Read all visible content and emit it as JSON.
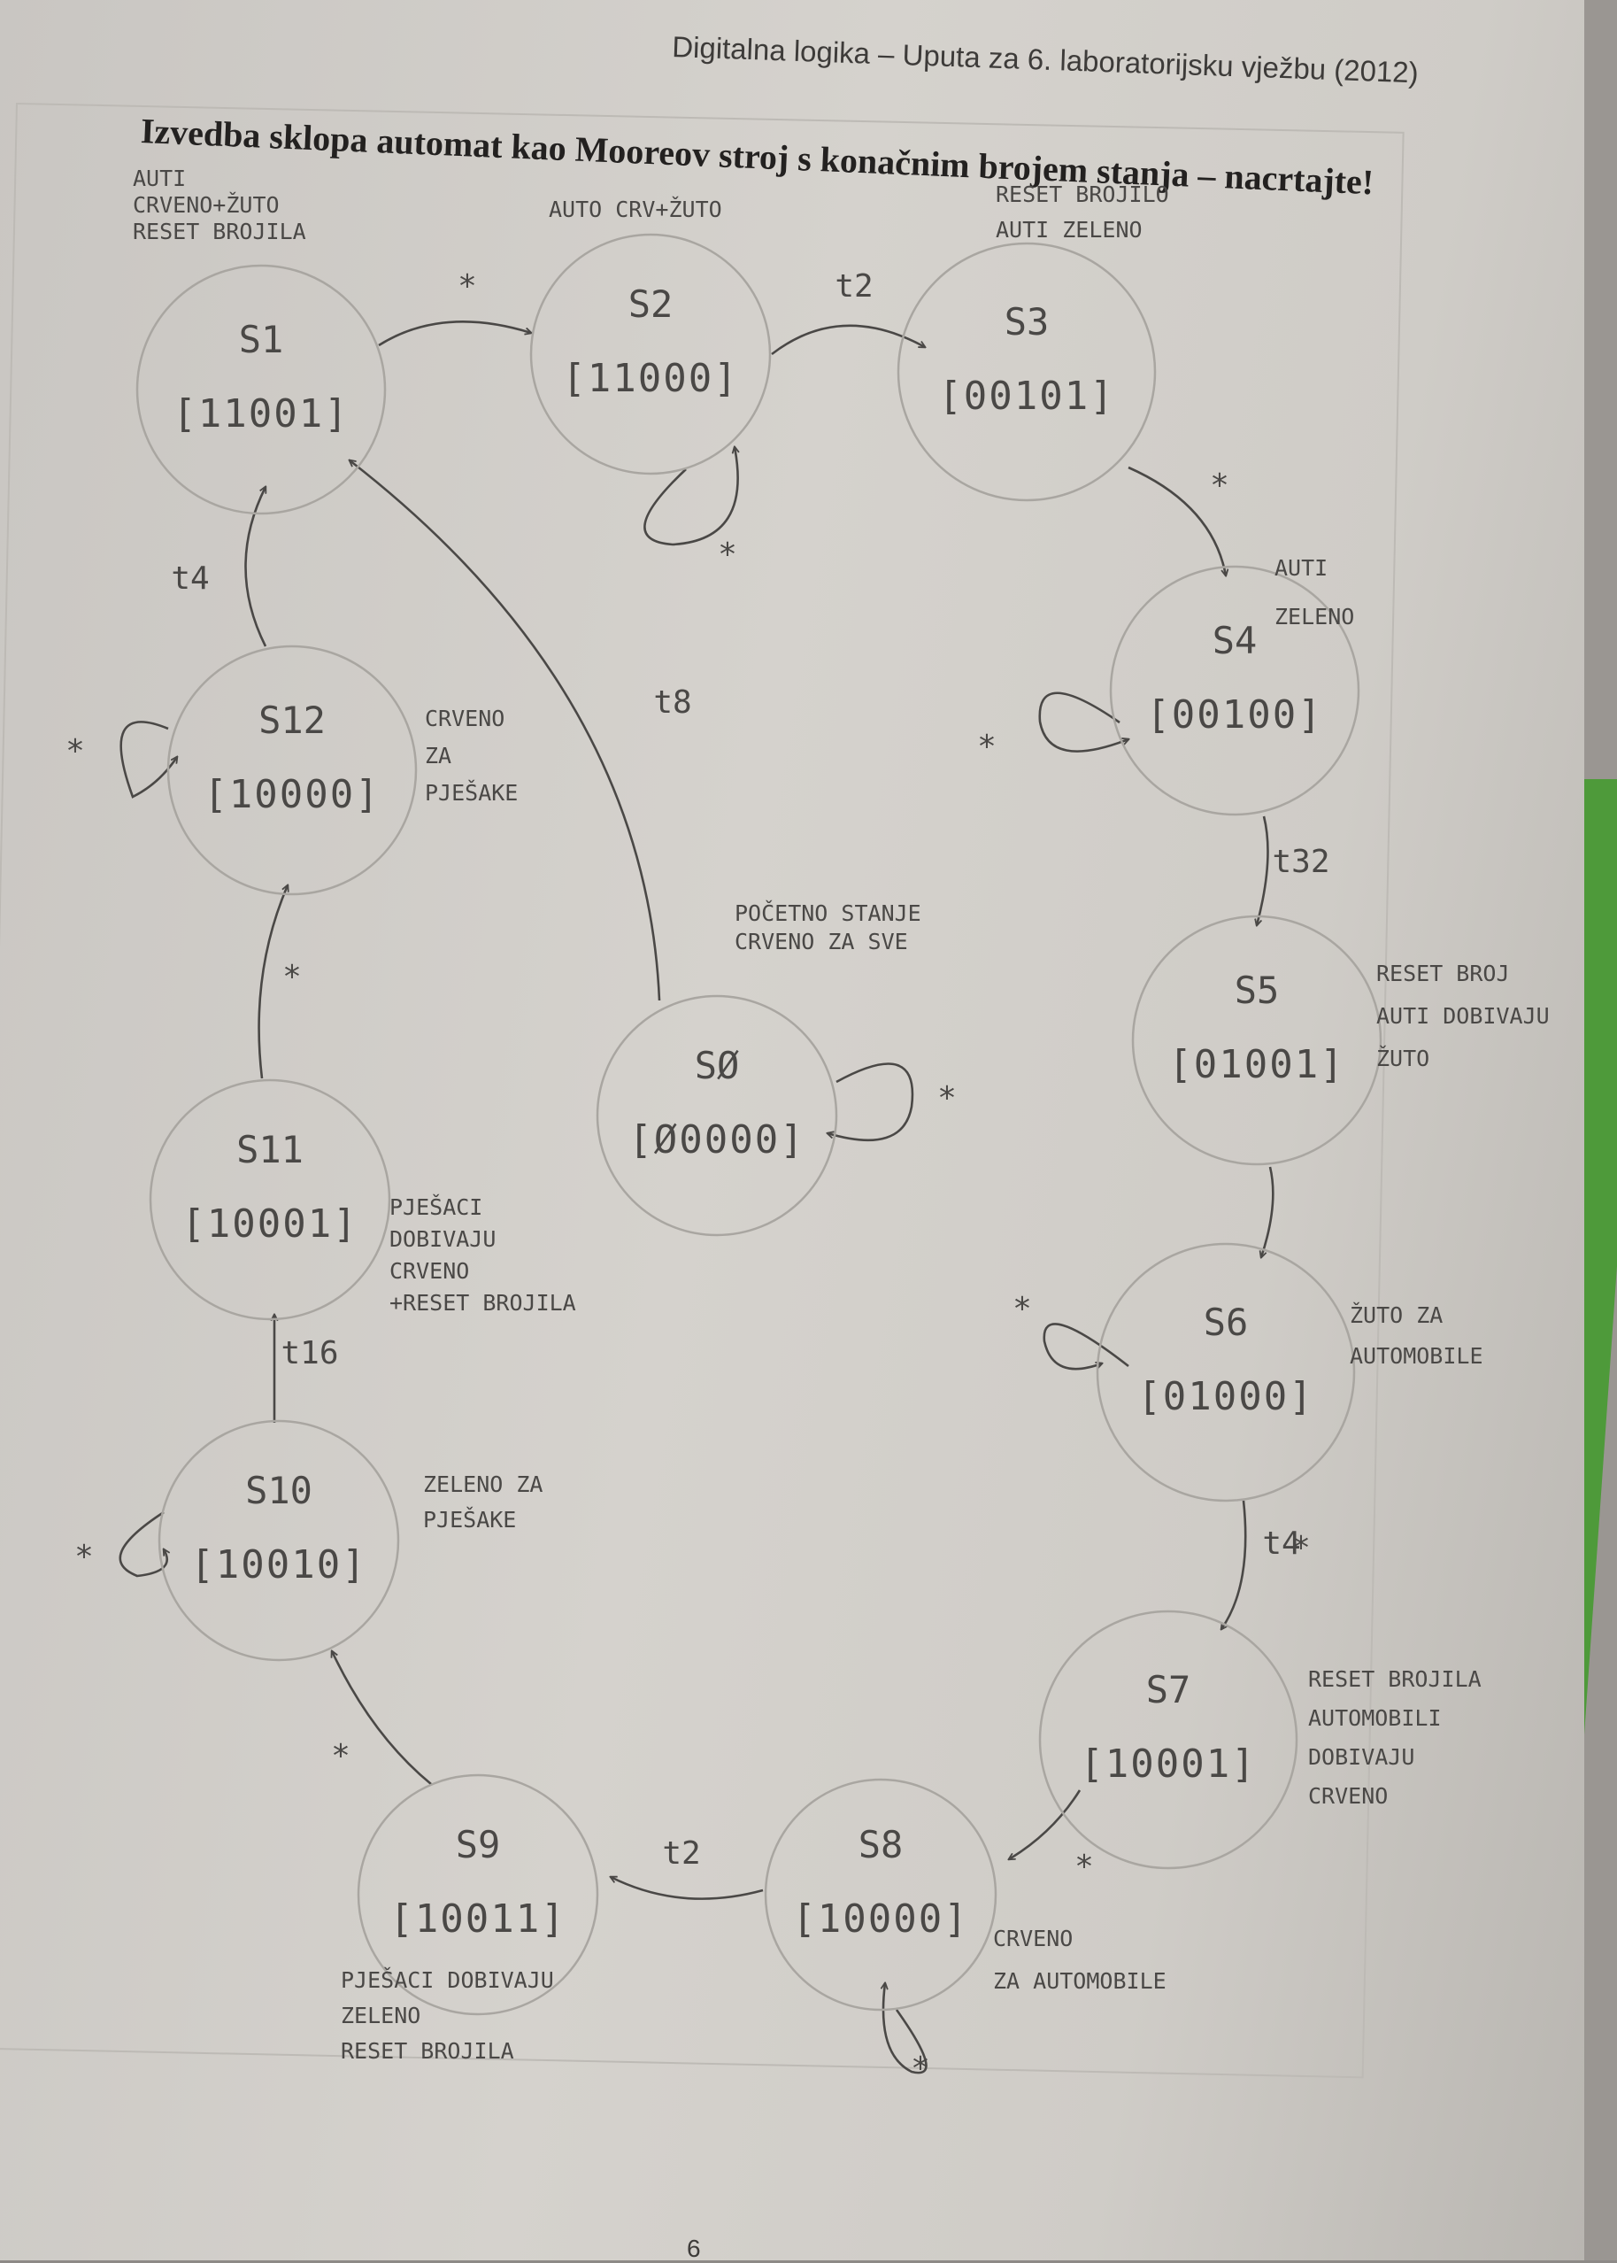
{
  "page": {
    "header": "Digitalna logika – Uputa za 6. laboratorijsku vježbu (2012)",
    "title": "Izvedba sklopa automat kao Mooreov stroj s konačnim brojem stanja – nacrtajte!",
    "page_number": "6",
    "colors": {
      "ink": "#4a4846",
      "paper": "#d2cfca",
      "circle": "#a9a6a1",
      "tab": "#4e9a3a"
    }
  },
  "states": [
    {
      "name": "S1",
      "code": "[11001]",
      "notes": [
        "AUTI",
        "CRVENO+ŽUTO",
        "RESET BROJILA"
      ]
    },
    {
      "name": "S2",
      "code": "[11000]",
      "notes": [
        "AUTO CRV+ŽUTO"
      ]
    },
    {
      "name": "S3",
      "code": "[00101]",
      "notes": [
        "RESET BROJILO",
        "AUTI ZELENO"
      ]
    },
    {
      "name": "S4",
      "code": "[00100]",
      "notes": [
        "AUTI",
        "ZELENO"
      ]
    },
    {
      "name": "S5",
      "code": "[01001]",
      "notes": [
        "RESET BROJ",
        "AUTI DOBIVAJU",
        "ŽUTO"
      ]
    },
    {
      "name": "S6",
      "code": "[01000]",
      "notes": [
        "ŽUTO ZA",
        "AUTOMOBILE"
      ]
    },
    {
      "name": "S7",
      "code": "[10001]",
      "notes": [
        "RESET BROJILA",
        "AUTOMOBILI",
        "DOBIVAJU",
        "CRVENO"
      ]
    },
    {
      "name": "S8",
      "code": "[10000]",
      "notes": [
        "CRVENO",
        "ZA AUTOMOBILE"
      ]
    },
    {
      "name": "S9",
      "code": "[10011]",
      "notes": [
        "PJEŠACI DOBIVAJU",
        "ZELENO",
        "RESET BROJILA"
      ]
    },
    {
      "name": "S10",
      "code": "[10010]",
      "notes": [
        "ZELENO ZA",
        "PJEŠAKE"
      ]
    },
    {
      "name": "S11",
      "code": "[10001]",
      "notes": [
        "PJEŠACI",
        "DOBIVAJU",
        "CRVENO",
        "+RESET BROJILA"
      ]
    },
    {
      "name": "S12",
      "code": "[10000]",
      "notes": [
        "CRVENO",
        "ZA",
        "PJEŠAKE"
      ]
    },
    {
      "name": "SØ",
      "code": "[Ø0000]",
      "notes": [
        "POČETNO STANJE",
        "CRVENO ZA SVE"
      ]
    }
  ],
  "transitions": [
    {
      "from": "S1",
      "to": "S2",
      "label": "*"
    },
    {
      "from": "S2",
      "to": "S2",
      "label": "*"
    },
    {
      "from": "S2",
      "to": "S3",
      "label": "t2"
    },
    {
      "from": "S3",
      "to": "S4",
      "label": "*"
    },
    {
      "from": "S4",
      "to": "S4",
      "label": "*"
    },
    {
      "from": "S4",
      "to": "S5",
      "label": "t32"
    },
    {
      "from": "S5",
      "to": "S6",
      "label": "*"
    },
    {
      "from": "S6",
      "to": "S6",
      "label": "*"
    },
    {
      "from": "S6",
      "to": "S7",
      "label": "t4"
    },
    {
      "from": "S7",
      "to": "S8",
      "label": "*"
    },
    {
      "from": "S8",
      "to": "S8",
      "label": "*"
    },
    {
      "from": "S8",
      "to": "S9",
      "label": "t2"
    },
    {
      "from": "S9",
      "to": "S10",
      "label": "*"
    },
    {
      "from": "S10",
      "to": "S10",
      "label": "*"
    },
    {
      "from": "S10",
      "to": "S11",
      "label": "t16"
    },
    {
      "from": "S11",
      "to": "S12",
      "label": "*"
    },
    {
      "from": "S12",
      "to": "S12",
      "label": "*"
    },
    {
      "from": "S12",
      "to": "S1",
      "label": "t4"
    },
    {
      "from": "SØ",
      "to": "SØ",
      "label": "*"
    },
    {
      "from": "SØ",
      "to": "S1",
      "label": "t8"
    }
  ]
}
